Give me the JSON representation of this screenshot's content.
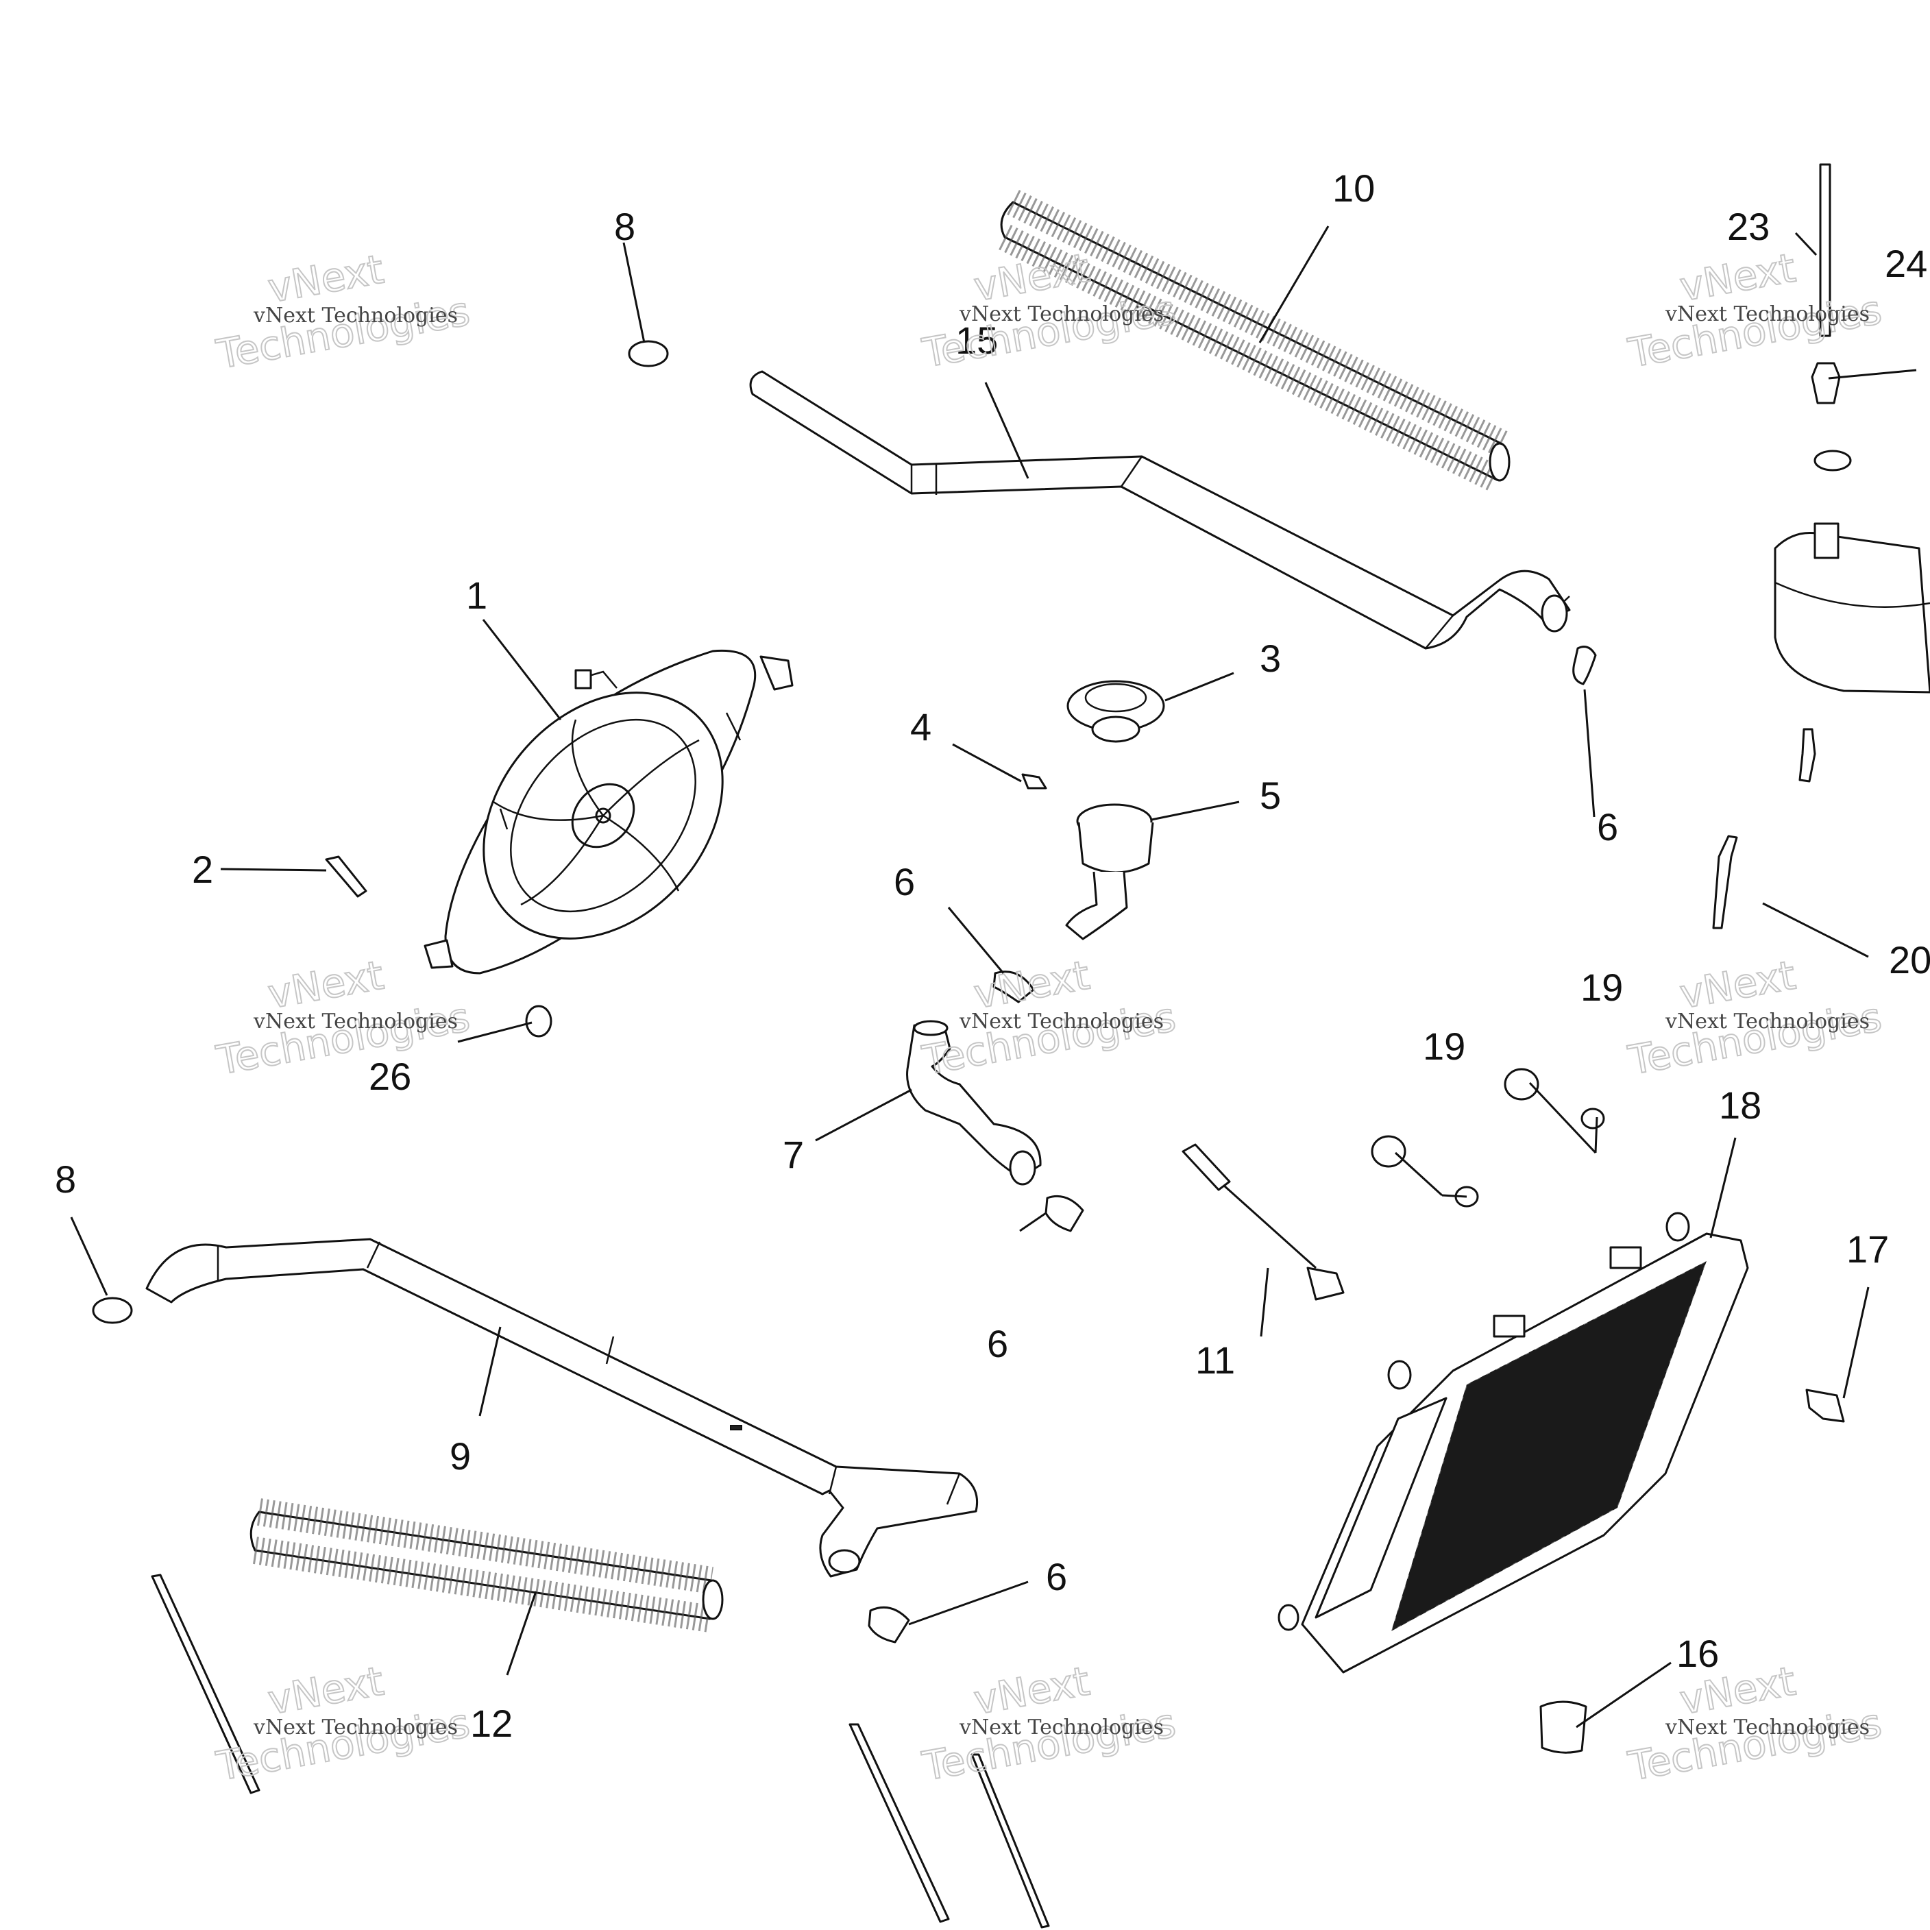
{
  "callouts": [
    {
      "id": "c1",
      "text": "1"
    },
    {
      "id": "c2",
      "text": "2"
    },
    {
      "id": "c3",
      "text": "3"
    },
    {
      "id": "c4",
      "text": "4"
    },
    {
      "id": "c5",
      "text": "5"
    },
    {
      "id": "c6a",
      "text": "6"
    },
    {
      "id": "c6b",
      "text": "6"
    },
    {
      "id": "c6c",
      "text": "6"
    },
    {
      "id": "c6d",
      "text": "6"
    },
    {
      "id": "c7",
      "text": "7"
    },
    {
      "id": "c8a",
      "text": "8"
    },
    {
      "id": "c8b",
      "text": "8"
    },
    {
      "id": "c9",
      "text": "9"
    },
    {
      "id": "c10",
      "text": "10"
    },
    {
      "id": "c11",
      "text": "11"
    },
    {
      "id": "c12",
      "text": "12"
    },
    {
      "id": "c15",
      "text": "15"
    },
    {
      "id": "c16",
      "text": "16"
    },
    {
      "id": "c17",
      "text": "17"
    },
    {
      "id": "c18",
      "text": "18"
    },
    {
      "id": "c19a",
      "text": "19"
    },
    {
      "id": "c19b",
      "text": "19"
    },
    {
      "id": "c20",
      "text": "20"
    },
    {
      "id": "c23",
      "text": "23"
    },
    {
      "id": "c24",
      "text": "24"
    },
    {
      "id": "c26",
      "text": "26"
    }
  ],
  "watermark": {
    "line1": "vNext Technologies",
    "line2": "vNext",
    "line3": "Technologies"
  }
}
